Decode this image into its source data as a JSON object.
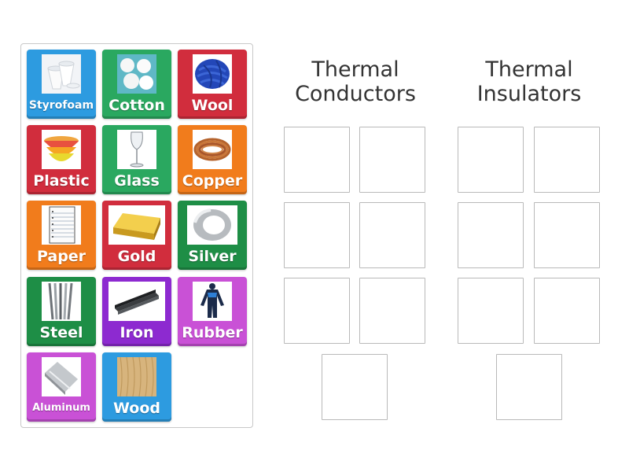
{
  "items": [
    {
      "label": "Styrofoam",
      "icon": "styrofoam-cups-icon"
    },
    {
      "label": "Cotton",
      "icon": "cotton-balls-icon"
    },
    {
      "label": "Wool",
      "icon": "wool-yarn-icon"
    },
    {
      "label": "Plastic",
      "icon": "plastic-bowls-icon"
    },
    {
      "label": "Glass",
      "icon": "wine-glass-icon"
    },
    {
      "label": "Copper",
      "icon": "copper-wire-icon"
    },
    {
      "label": "Paper",
      "icon": "notebook-paper-icon"
    },
    {
      "label": "Gold",
      "icon": "gold-bar-icon"
    },
    {
      "label": "Silver",
      "icon": "silver-ring-icon"
    },
    {
      "label": "Steel",
      "icon": "steel-rods-icon"
    },
    {
      "label": "Iron",
      "icon": "iron-channel-icon"
    },
    {
      "label": "Rubber",
      "icon": "wetsuit-icon"
    },
    {
      "label": "Aluminum",
      "icon": "aluminum-foil-icon"
    },
    {
      "label": "Wood",
      "icon": "wood-grain-icon"
    }
  ],
  "tile_colors": {
    "blue": "#2d9be0",
    "red": "#d12d3d",
    "green": "#2aa860",
    "orange": "#f17c1c",
    "purple": "#8d2ad0",
    "pink": "#c951d6",
    "dark_green": "#1e8e46"
  },
  "groups": [
    {
      "title": "Thermal\nConductors"
    },
    {
      "title": "Thermal\nInsulators"
    }
  ]
}
